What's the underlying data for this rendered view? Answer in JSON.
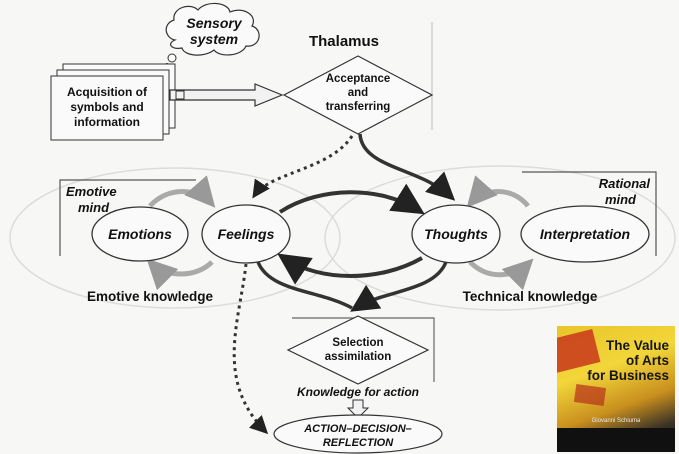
{
  "diagram": {
    "sensory_system_line1": "Sensory",
    "sensory_system_line2": "system",
    "thalamus": "Thalamus",
    "acquisition_line1": "Acquisition of",
    "acquisition_line2": "symbols and",
    "acquisition_line3": "information",
    "acceptance_line1": "Acceptance",
    "acceptance_line2": "and",
    "acceptance_line3": "transferring",
    "emotive_mind_line1": "Emotive",
    "emotive_mind_line2": "mind",
    "rational_mind_line1": "Rational",
    "rational_mind_line2": "mind",
    "emotions": "Emotions",
    "feelings": "Feelings",
    "thoughts": "Thoughts",
    "interpretation": "Interpretation",
    "emotive_knowledge": "Emotive knowledge",
    "technical_knowledge": "Technical knowledge",
    "selection_line1": "Selection",
    "selection_line2": "assimilation",
    "knowledge_for_action": "Knowledge for action",
    "action_line1": "ACTION–DECISION–",
    "action_line2": "REFLECTION"
  },
  "book": {
    "title_line1": "The Value",
    "title_line2": "of Arts",
    "title_line3": "for Business",
    "author": "Giovanni Schiuma"
  }
}
